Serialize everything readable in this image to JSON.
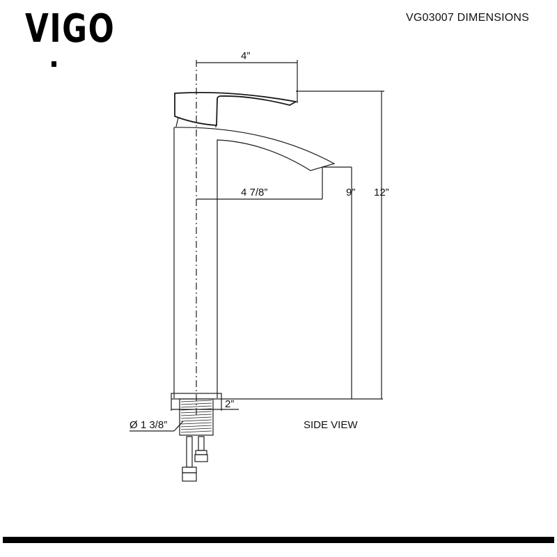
{
  "header": {
    "brand": "VIGO",
    "title": "VG03007 DIMENSIONS"
  },
  "drawing": {
    "view_label": "SIDE VIEW",
    "dimensions": {
      "handle_reach": "4”",
      "spout_reach": "4 7/8”",
      "spout_height": "9”",
      "total_height": "12”",
      "base_thickness": "2”",
      "shank_diameter": "Ø 1 3/8”"
    },
    "colors": {
      "line": "#1a1a1a",
      "background": "#ffffff",
      "footer_bar": "#000000"
    }
  }
}
